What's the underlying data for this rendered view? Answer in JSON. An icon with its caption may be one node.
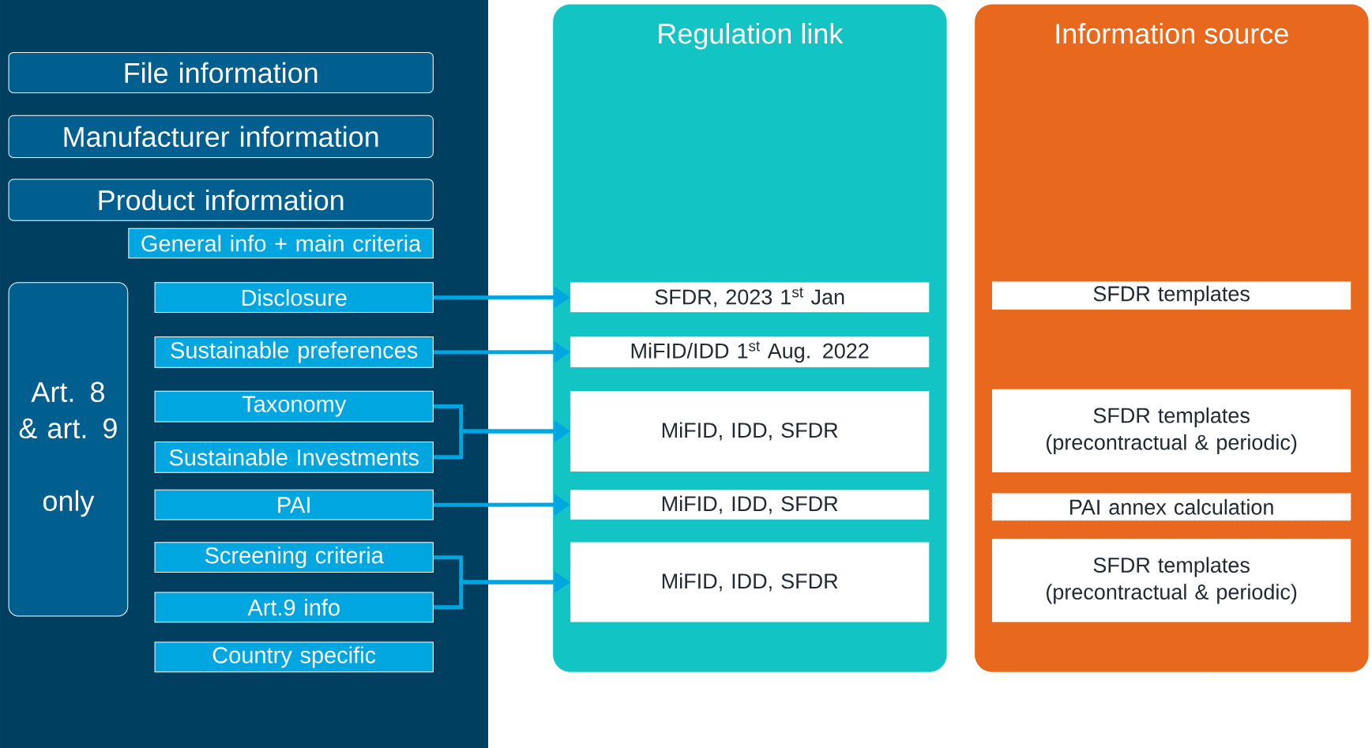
{
  "diagram": {
    "nodes": [
      {
        "text": [
          "File information"
        ]
      },
      {
        "text": [
          "Manufacturer information"
        ]
      },
      {
        "text": [
          "Product information"
        ]
      },
      {
        "text": [
          "General info + main criteria"
        ]
      },
      {
        "text": [
          "Art. 8 & art. 9",
          "only"
        ]
      },
      {
        "text": [
          "Disclosure"
        ]
      },
      {
        "text": [
          "Sustainable preferences"
        ]
      },
      {
        "text": [
          "Taxonomy"
        ]
      },
      {
        "text": [
          "Sustainable Investments"
        ]
      },
      {
        "text": [
          "PAI"
        ]
      },
      {
        "text": [
          "Screening criteria"
        ]
      },
      {
        "text": [
          "Art.9 info"
        ]
      },
      {
        "text": [
          "Country specific"
        ]
      },
      {
        "text": [
          "Regulation link"
        ]
      },
      {
        "text": [
          "SFDR, 2023 1$^{st}$ Jan"
        ],
        "in": 13
      },
      {
        "text": [
          "MiFID/IDD 1$^{st}$ Aug. 2022"
        ],
        "in": 13
      },
      {
        "text": [
          "MiFID, IDD, SFDR"
        ],
        "in": 13
      },
      {
        "text": [
          "MiFID, IDD, SFDR"
        ],
        "in": 13
      },
      {
        "text": [
          "MiFID, IDD, SFDR"
        ],
        "in": 13
      },
      {
        "text": [
          "Information source"
        ]
      },
      {
        "text": [
          "SFDR templates"
        ],
        "in": 19
      },
      {
        "text": [
          "SFDR templates (precontractual & periodic)"
        ],
        "in": 19
      },
      {
        "text": [
          "PAI annex calculation"
        ],
        "in": 19
      },
      {
        "text": [
          "SFDR templates (precontractual & periodic)"
        ],
        "in": 19
      }
    ],
    "edges": [
      {
        "from": 5,
        "to": 14,
        "arrow": "to"
      },
      {
        "from": 6,
        "to": 15,
        "arrow": "to"
      },
      {
        "from": 7,
        "to": 16,
        "arrow": "to"
      },
      {
        "from": 8,
        "to": 16,
        "arrow": "to"
      },
      {
        "from": 9,
        "to": 17,
        "arrow": "to"
      },
      {
        "from": 10,
        "to": 18,
        "arrow": "to"
      },
      {
        "from": 11,
        "to": 18,
        "arrow": "to"
      }
    ]
  }
}
